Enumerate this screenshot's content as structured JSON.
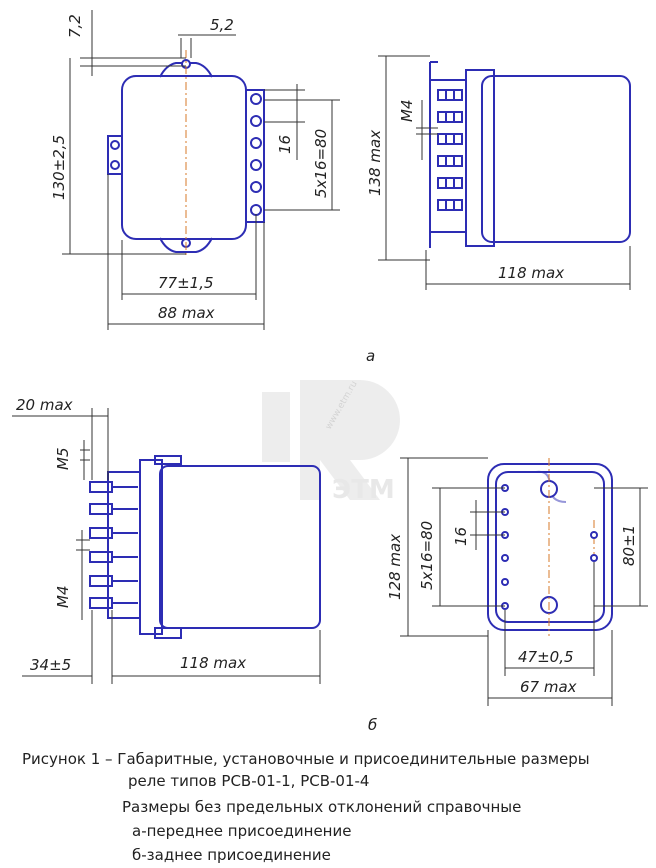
{
  "dims": {
    "top_gap": "7,2",
    "hole_dia": "5,2",
    "height_a_front": "130±2,5",
    "pitch_a": "16",
    "pitch_series_a": "5x16=80",
    "width_mount_a": "77±1,5",
    "width_max_a": "88 max",
    "thread_a_side": "M4",
    "height_max_a_side": "138 max",
    "depth_max_a_side": "118 max",
    "view_a_label": "а",
    "stud_len_b": "20 max",
    "thread_b_upper": "M5",
    "thread_b_lower": "M4",
    "stud_offset_b": "34±5",
    "depth_max_b": "118 max",
    "height_max_b": "128 max",
    "pitch_series_b": "5x16=80",
    "pitch_b": "16",
    "spacing_b": "80±1",
    "width_mount_b": "47±0,5",
    "width_max_b": "67 max",
    "view_b_label": "б"
  },
  "caption": {
    "line1": "Рисунок 1 – Габаритные, установочные и присоединительные размеры",
    "line2": "реле типов РСВ-01-1, РСВ-01-4",
    "line3": "Размеры без предельных отклонений  справочные",
    "line4": "а-переднее присоединение",
    "line5": "б-заднее присоединение"
  },
  "watermark": {
    "brand": "ЭТМ",
    "site": "www.etm.ru"
  }
}
